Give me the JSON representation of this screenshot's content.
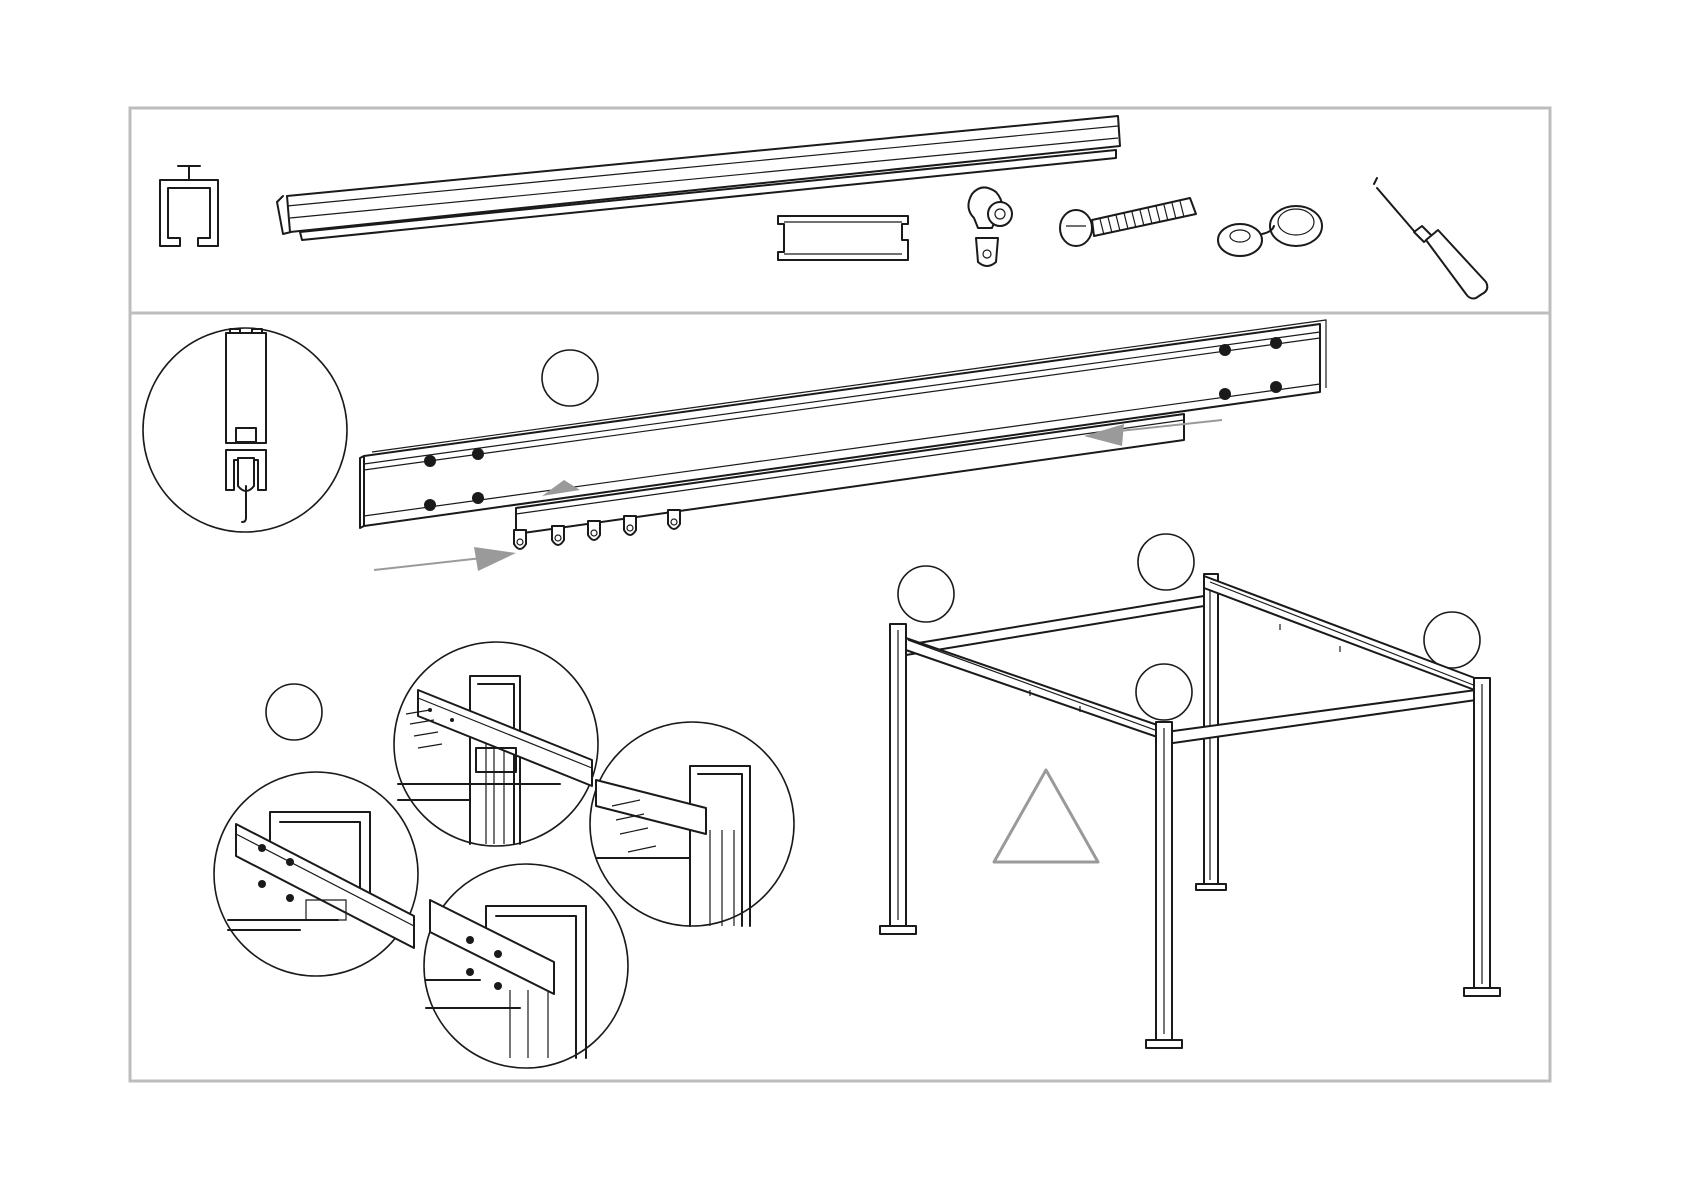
{
  "sheet": {
    "kind": "assembly instruction diagram",
    "panels": [
      "parts-list",
      "assembly-steps"
    ]
  },
  "parts": [
    {
      "id": "rail-profile-section",
      "icon": "profile-section-icon"
    },
    {
      "id": "long-rail",
      "icon": "rail-icon"
    },
    {
      "id": "connector-plate",
      "icon": "connector-icon"
    },
    {
      "id": "roller-carrier",
      "icon": "roller-icon"
    },
    {
      "id": "bolt",
      "icon": "bolt-icon"
    },
    {
      "id": "washer-and-cap",
      "icon": "washer-cap-icon"
    },
    {
      "id": "screwdriver",
      "icon": "screwdriver-icon"
    }
  ],
  "step_badges": [
    {
      "id": "badge-rail",
      "label": ""
    },
    {
      "id": "badge-joints",
      "label": ""
    },
    {
      "id": "badge-frame-front-left",
      "label": ""
    },
    {
      "id": "badge-frame-back",
      "label": ""
    },
    {
      "id": "badge-frame-right",
      "label": ""
    },
    {
      "id": "badge-frame-front",
      "label": ""
    }
  ],
  "warning": {
    "icon": "warning-triangle-icon",
    "label": ""
  },
  "colors": {
    "frame": "#bdbdbd",
    "line": "#1a1a1a",
    "arrow": "#9a9a9a"
  }
}
